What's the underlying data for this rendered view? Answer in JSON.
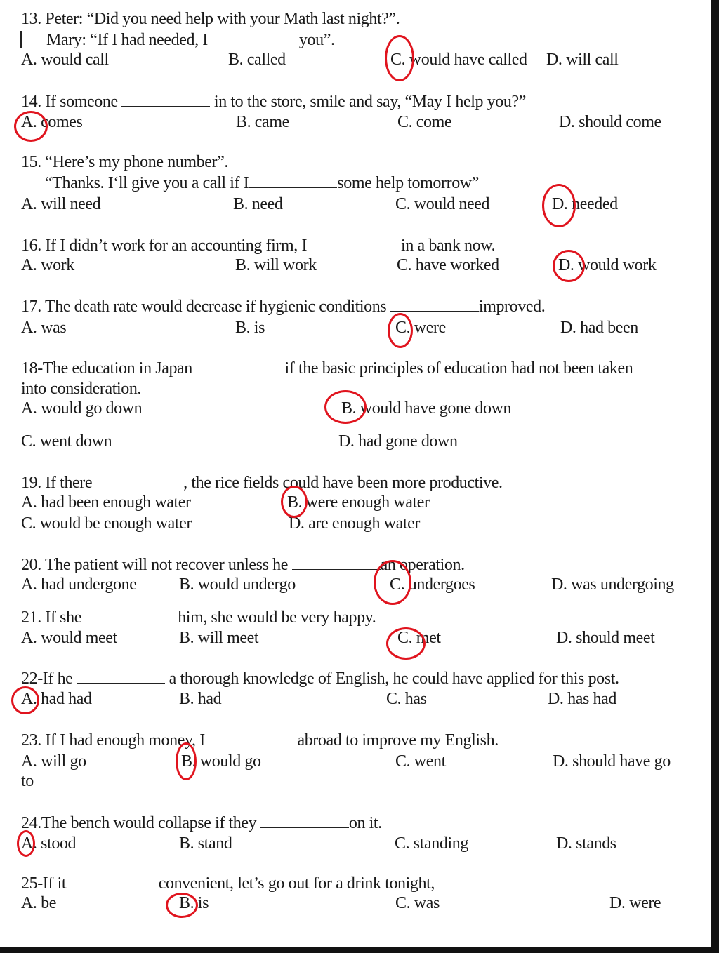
{
  "questions": [
    {
      "id": "q13",
      "lines": [
        {
          "pre": "13. Peter: “Did you need help with your Math last night?”."
        },
        {
          "pre": "Mary: “If I had needed, I",
          "post": "you”."
        }
      ],
      "options": [
        {
          "label": "A. would call"
        },
        {
          "label": "B. called"
        },
        {
          "label": "C. would have called"
        },
        {
          "label": "D. will call"
        }
      ],
      "marked": "C"
    },
    {
      "id": "q14",
      "lines": [
        {
          "pre": "14. If someone",
          "post": "in to the store, smile and say, “May I help you?”"
        }
      ],
      "options": [
        {
          "label": "A. comes"
        },
        {
          "label": "B. came"
        },
        {
          "label": "C. come"
        },
        {
          "label": "D. should come"
        }
      ],
      "marked": "A"
    },
    {
      "id": "q15",
      "lines": [
        {
          "pre": "15. “Here’s my phone number”."
        },
        {
          "pre": "“Thanks. I‘ll give you a call if I",
          "post": "some help tomorrow”"
        }
      ],
      "options": [
        {
          "label": "A. will need"
        },
        {
          "label": "B. need"
        },
        {
          "label": "C. would need"
        },
        {
          "label": "D. needed"
        }
      ],
      "marked": "D"
    },
    {
      "id": "q16",
      "lines": [
        {
          "pre": "16. If I didn’t work for an accounting firm, I",
          "post": "in a bank now."
        }
      ],
      "options": [
        {
          "label": "A. work"
        },
        {
          "label": "B. will work"
        },
        {
          "label": "C. have worked"
        },
        {
          "label": "D. would work"
        }
      ],
      "marked": "D"
    },
    {
      "id": "q17",
      "lines": [
        {
          "pre": "17. The death rate would decrease if hygienic conditions",
          "post": "improved."
        }
      ],
      "options": [
        {
          "label": "A. was"
        },
        {
          "label": "B. is"
        },
        {
          "label": "C. were"
        },
        {
          "label": "D. had been"
        }
      ],
      "marked": "C"
    },
    {
      "id": "q18",
      "lines": [
        {
          "pre": "18-The education in Japan",
          "post": "if the basic principles of education had not been taken"
        },
        {
          "pre": "into consideration."
        }
      ],
      "options": [
        {
          "label": "A. would go down"
        },
        {
          "label": "B. would have gone down"
        },
        {
          "label": "C. went down"
        },
        {
          "label": "D. had gone down"
        }
      ],
      "marked": "B"
    },
    {
      "id": "q19",
      "lines": [
        {
          "pre": "19. If there",
          "post": ", the rice fields could have been more productive."
        }
      ],
      "options": [
        {
          "label": "A. had been enough water"
        },
        {
          "label": "B. were enough water"
        },
        {
          "label": "C. would be enough water"
        },
        {
          "label": "D. are enough water"
        }
      ],
      "marked": "B"
    },
    {
      "id": "q20",
      "lines": [
        {
          "pre": "20. The patient will not recover unless he",
          "post": "an operation."
        }
      ],
      "options": [
        {
          "label": "A. had undergone"
        },
        {
          "label": "B. would undergo"
        },
        {
          "label": "C. undergoes"
        },
        {
          "label": "D. was undergoing"
        }
      ],
      "marked": "C"
    },
    {
      "id": "q21",
      "lines": [
        {
          "pre": "21. If she",
          "post": "him, she would be very happy."
        }
      ],
      "options": [
        {
          "label": "A. would meet"
        },
        {
          "label": "B. will meet"
        },
        {
          "label": "C. met"
        },
        {
          "label": "D. should meet"
        }
      ],
      "marked": "C"
    },
    {
      "id": "q22",
      "lines": [
        {
          "pre": "22-If he",
          "post": "a thorough knowledge of English, he could have applied for this post."
        }
      ],
      "options": [
        {
          "label": "A. had had"
        },
        {
          "label": "B. had"
        },
        {
          "label": "C. has"
        },
        {
          "label": "D. has had"
        }
      ],
      "marked": "A"
    },
    {
      "id": "q23",
      "lines": [
        {
          "pre": "23. If I had enough money, I",
          "post": "abroad to improve my English."
        }
      ],
      "options": [
        {
          "label": "A. will go"
        },
        {
          "label": "B. would go"
        },
        {
          "label": "C. went"
        },
        {
          "label": "D. should have go"
        },
        {
          "label": "to"
        }
      ],
      "marked": "B"
    },
    {
      "id": "q24",
      "lines": [
        {
          "pre": "24.The bench would collapse if they",
          "post": "on it."
        }
      ],
      "options": [
        {
          "label": "A. stood"
        },
        {
          "label": "B. stand"
        },
        {
          "label": "C. standing"
        },
        {
          "label": "D. stands"
        }
      ],
      "marked": "A"
    },
    {
      "id": "q25",
      "lines": [
        {
          "pre": "25-If it",
          "post": "convenient, let’s go out for a drink tonight,"
        }
      ],
      "options": [
        {
          "label": "A. be"
        },
        {
          "label": "B. is"
        },
        {
          "label": "C. was"
        },
        {
          "label": "D. were"
        }
      ],
      "marked": "B"
    }
  ],
  "colors": {
    "mark": "#e0141e",
    "text": "#1a1a1a",
    "frame": "#111111"
  }
}
